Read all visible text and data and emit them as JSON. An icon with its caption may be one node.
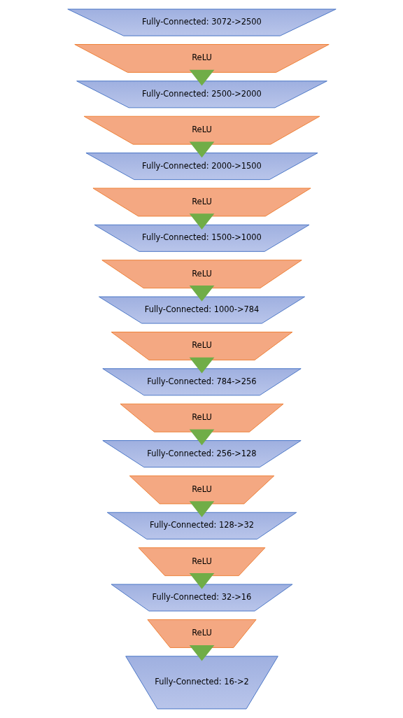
{
  "diagram": {
    "nodes": [
      {
        "text": [
          "Fully-Connected: 3072->2500"
        ]
      },
      {
        "text": [
          "ReLU"
        ]
      },
      {
        "text": [
          "Fully-Connected: 2500->2000"
        ]
      },
      {
        "text": [
          "ReLU"
        ]
      },
      {
        "text": [
          "Fully-Connected: 2000->1500"
        ]
      },
      {
        "text": [
          "ReLU"
        ]
      },
      {
        "text": [
          "Fully-Connected: 1500->1000"
        ]
      },
      {
        "text": [
          "ReLU"
        ]
      },
      {
        "text": [
          "Fully-Connected: 1000->784"
        ]
      },
      {
        "text": [
          "ReLU"
        ]
      },
      {
        "text": [
          "Fully-Connected: 784->256"
        ]
      },
      {
        "text": [
          "ReLU"
        ]
      },
      {
        "text": [
          "Fully-Connected: 256->128"
        ]
      },
      {
        "text": [
          "ReLU"
        ]
      },
      {
        "text": [
          "Fully-Connected: 128->32"
        ]
      },
      {
        "text": [
          "ReLU"
        ]
      },
      {
        "text": [
          "Fully-Connected: 32->16"
        ]
      },
      {
        "text": [
          "ReLU"
        ]
      },
      {
        "text": [
          "Fully-Connected: 16->2"
        ]
      }
    ],
    "edges": [
      {
        "from": 1,
        "to": 2,
        "arrow": "to"
      },
      {
        "from": 3,
        "to": 4,
        "arrow": "to"
      },
      {
        "from": 5,
        "to": 6,
        "arrow": "to"
      },
      {
        "from": 7,
        "to": 8,
        "arrow": "to"
      },
      {
        "from": 9,
        "to": 10,
        "arrow": "to"
      },
      {
        "from": 11,
        "to": 12,
        "arrow": "to"
      },
      {
        "from": 13,
        "to": 14,
        "arrow": "to"
      },
      {
        "from": 15,
        "to": 16,
        "arrow": "to"
      },
      {
        "from": 17,
        "to": 18,
        "arrow": "to"
      }
    ]
  }
}
